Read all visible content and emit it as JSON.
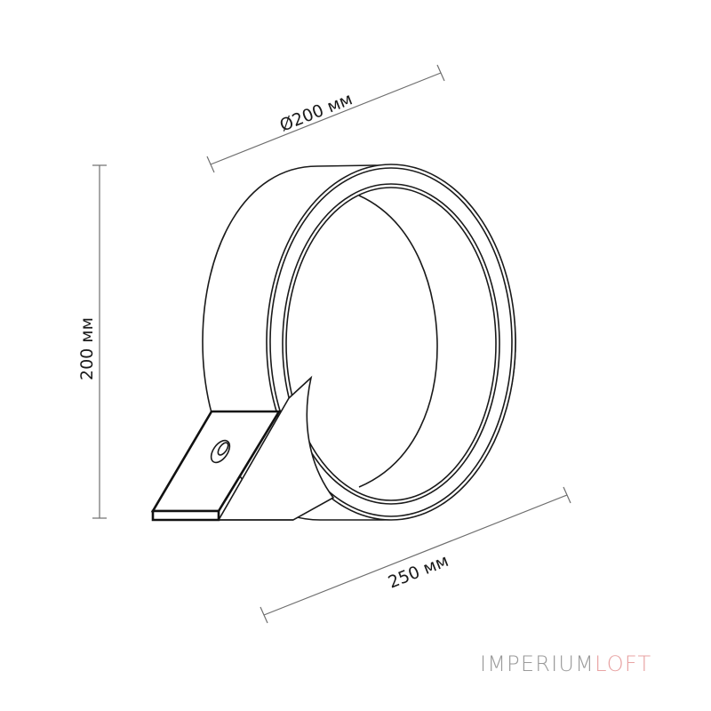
{
  "diagram": {
    "subject": "ring wall lamp with mounting bracket",
    "dimensions": {
      "diameter": {
        "label": "Ø200 мм"
      },
      "height": {
        "label": "200 мм"
      },
      "depth": {
        "label": "250 мм"
      }
    }
  },
  "logo": {
    "part1": "IMPERIUM",
    "part2": "LOFT",
    "color_part1": "#9a9a9a",
    "color_part2": "#e8a3a3"
  }
}
